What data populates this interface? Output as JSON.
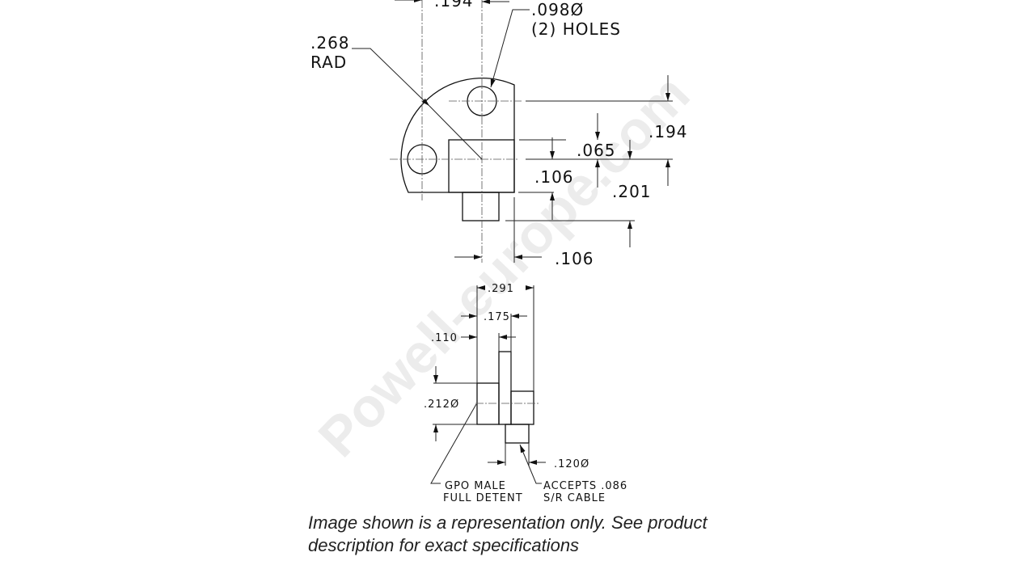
{
  "watermark": "Powell-europe.com",
  "top_view": {
    "dim_top_width": ".194",
    "hole_callout_1": ".098Ø",
    "hole_callout_2": "(2) HOLES",
    "radius_1": ".268",
    "radius_2": "RAD",
    "dim_right_194": ".194",
    "dim_065": ".065",
    "dim_106_vertical": ".106",
    "dim_201": ".201",
    "dim_106_horizontal": ".106"
  },
  "side_view": {
    "dim_291": ".291",
    "dim_175": ".175",
    "dim_110": ".110",
    "dim_212": ".212Ø",
    "dim_120": ".120Ø",
    "note_left_1": "GPO MALE",
    "note_left_2": "FULL DETENT",
    "note_right_1": "ACCEPTS .086",
    "note_right_2": "S/R CABLE"
  },
  "caption": {
    "line1": "Image shown is a representation only. See product",
    "line2": "description for exact specifications"
  }
}
